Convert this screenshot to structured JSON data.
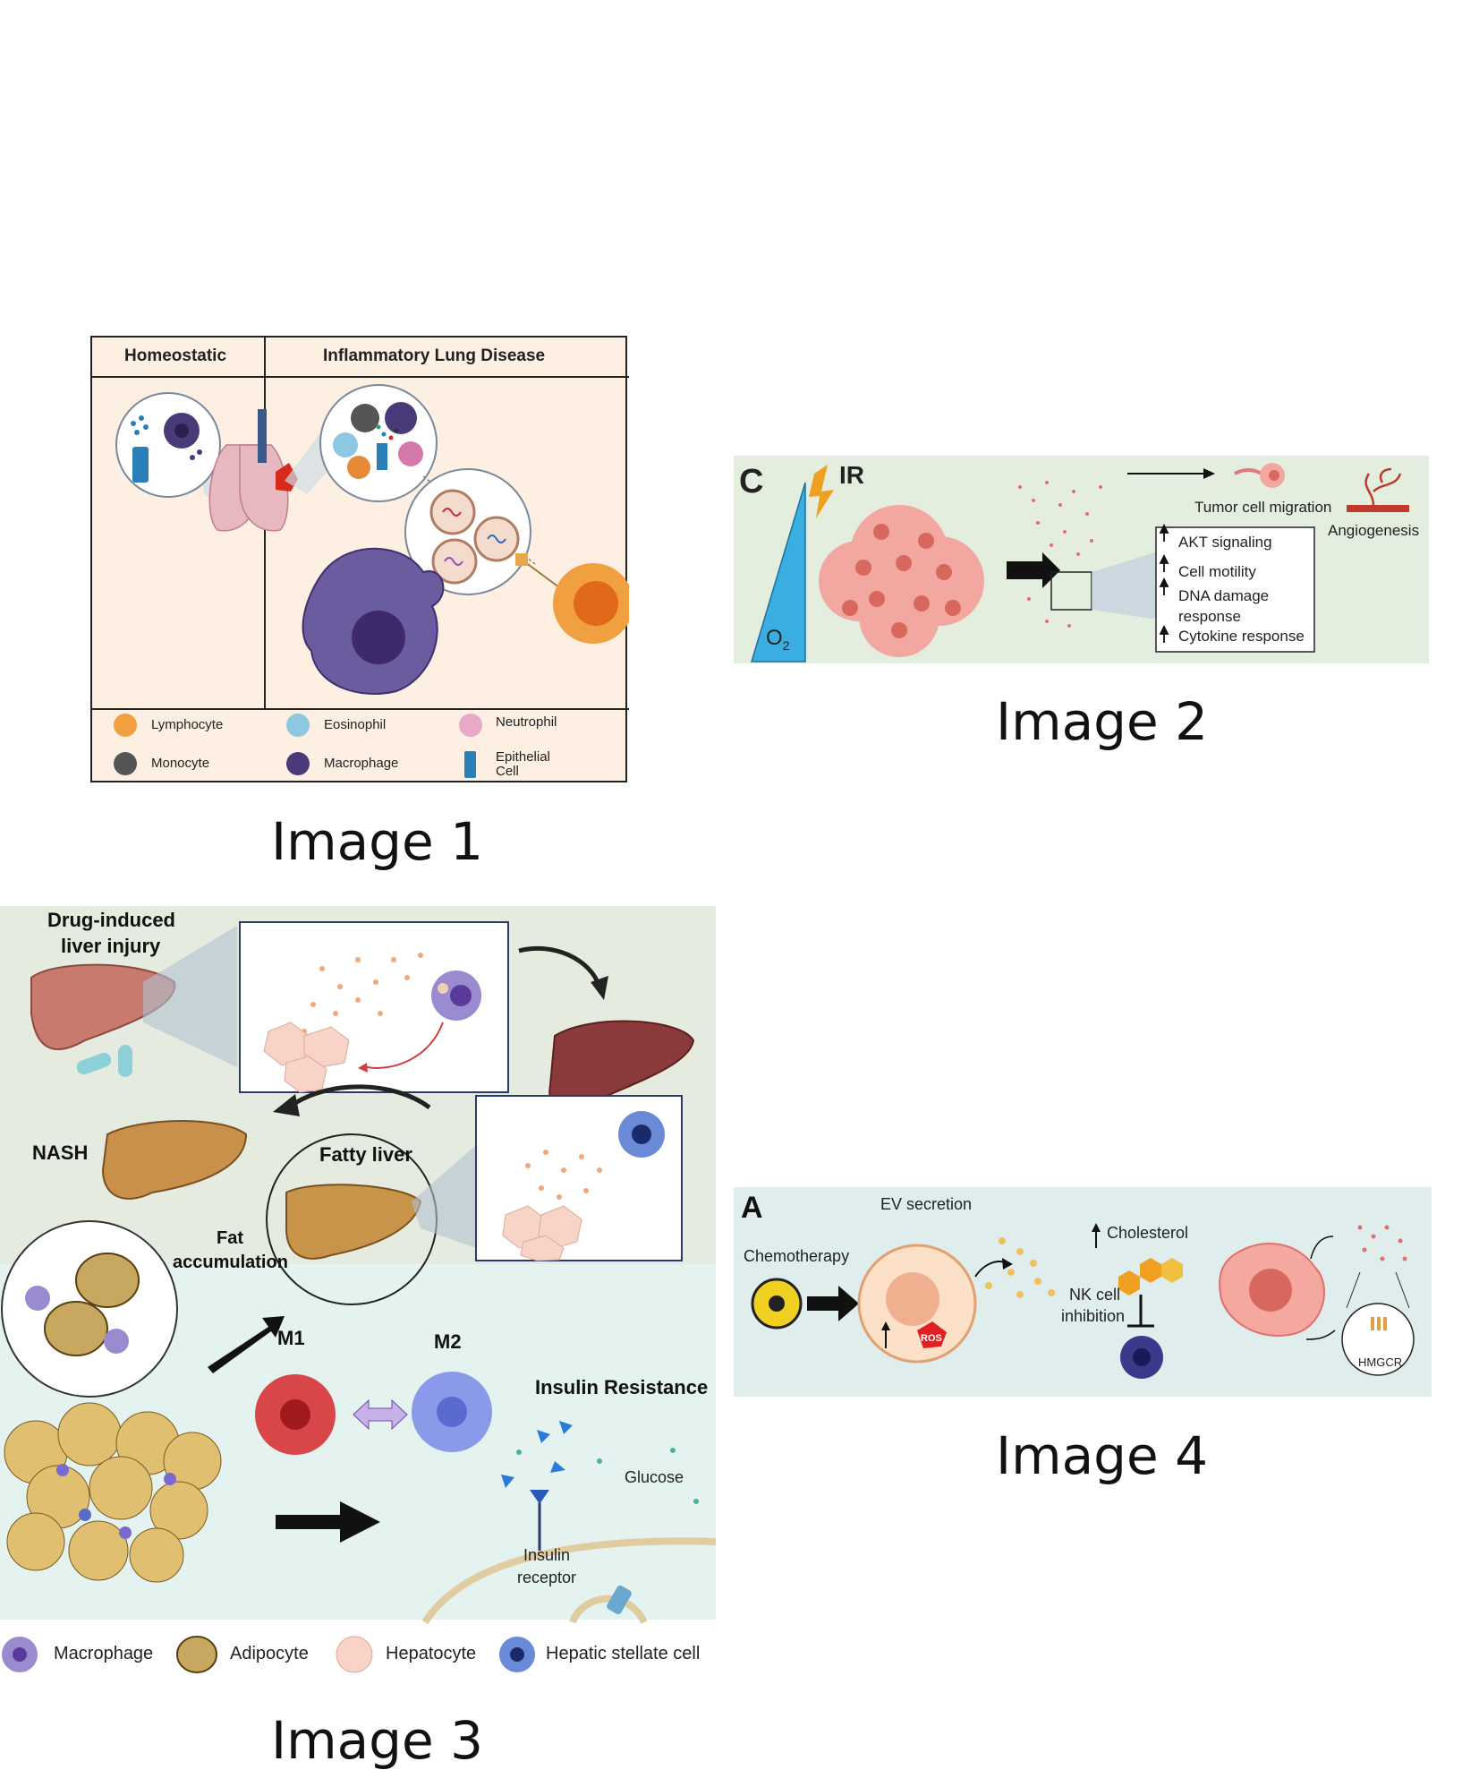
{
  "captions": {
    "image1": "Image 1",
    "image2": "Image 2",
    "image3": "Image 3",
    "image4": "Image 4"
  },
  "image1": {
    "header_left": "Homeostatic",
    "header_right": "Inflammatory Lung Disease",
    "legend": {
      "lymphocyte": "Lymphocyte",
      "eosinophil": "Eosinophil",
      "neutrophil": "Neutrophil",
      "monocyte": "Monocyte",
      "macrophage": "Macrophage",
      "epithelial_1": "Epithelial",
      "epithelial_2": "Cell"
    }
  },
  "image2": {
    "panel_letter": "C",
    "ir": "IR",
    "o2": "O",
    "o2_sub": "2",
    "migration": "Tumor cell migration",
    "angiogenesis": "Angiogenesis",
    "box_items": {
      "akt": "AKT signaling",
      "motility": "Cell motility",
      "dna_1": "DNA damage",
      "dna_2": "response",
      "cytokine": "Cytokine response"
    }
  },
  "image3": {
    "drug_1": "Drug-induced",
    "drug_2": "liver injury",
    "nash": "NASH",
    "fatty_liver": "Fatty liver",
    "fat_1": "Fat",
    "fat_2": "accumulation",
    "m1": "M1",
    "m2": "M2",
    "insulin_resistance": "Insulin Resistance",
    "glucose": "Glucose",
    "receptor_1": "Insulin",
    "receptor_2": "receptor",
    "legend": {
      "macrophage": "Macrophage",
      "adipocyte": "Adipocyte",
      "hepatocyte": "Hepatocyte",
      "stellate": "Hepatic stellate cell"
    }
  },
  "image4": {
    "panel_letter": "A",
    "ev": "EV secretion",
    "chemo": "Chemotherapy",
    "cholesterol": "Cholesterol",
    "nk_1": "NK cell",
    "nk_2": "inhibition",
    "ros": "ROS",
    "hmgcr": "HMGCR"
  },
  "colors": {
    "image1_bg": "#fdf0e2",
    "image2_bg": "#e3eedf",
    "image3_top_bg": "#e5ecdf",
    "image3_bottom_bg": "#e4f2f0",
    "image4_bg": "#dfeeec"
  }
}
